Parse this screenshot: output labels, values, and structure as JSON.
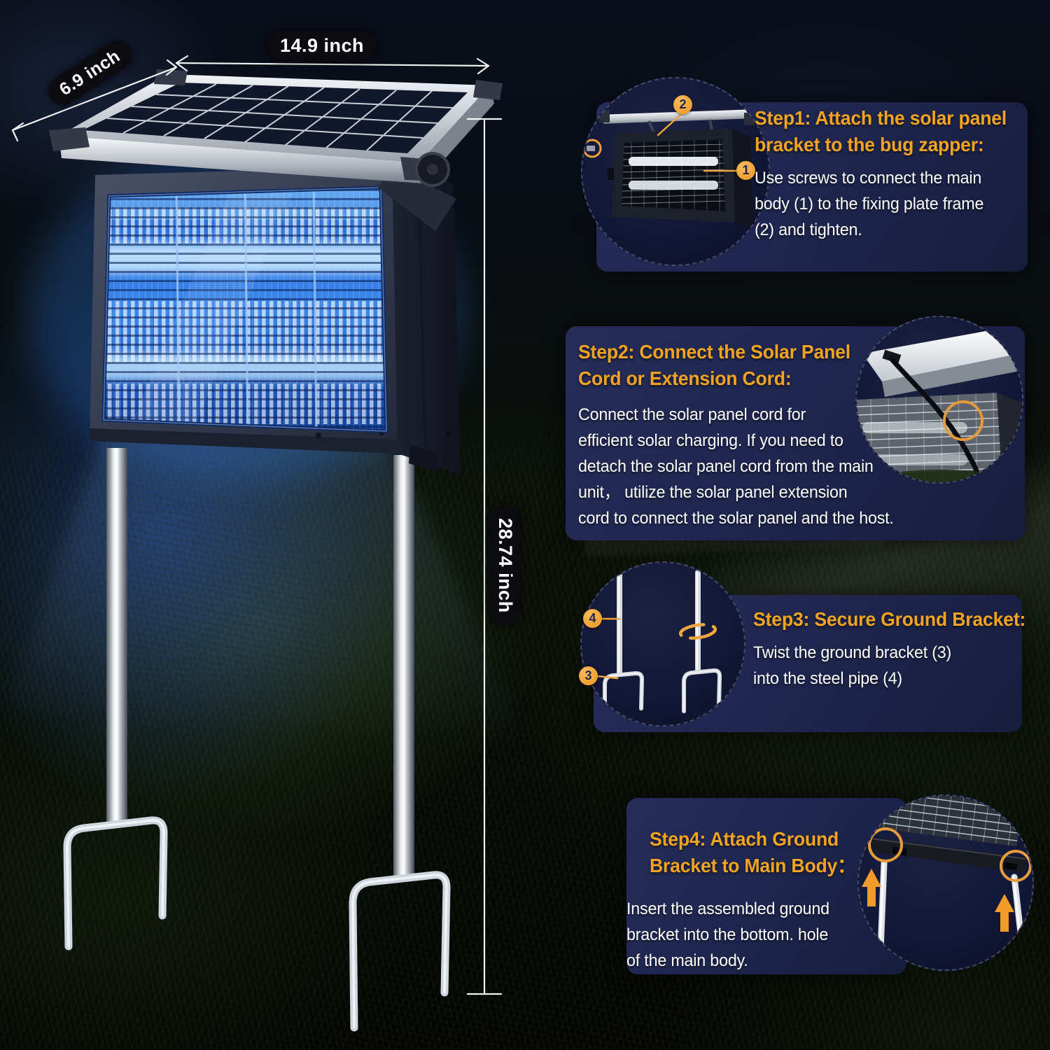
{
  "dimensions": {
    "panel_width": "14.9 inch",
    "panel_depth": "6.9 inch",
    "unit_height": "28.74 inch"
  },
  "steps": [
    {
      "title": "Step1: Attach the solar panel\nbracket to the bug zapper:",
      "body": "Use screws to connect the main\nbody (1) to the fixing plate frame\n(2) and tighten.",
      "badge_body": "1",
      "badge_frame": "2"
    },
    {
      "title": "Step2: Connect the Solar Panel\nCord or Extension Cord:",
      "body": "Connect the solar panel cord for\nefficient solar charging. If you need to\ndetach the solar panel cord from the main\nunit， utilize the solar panel extension\ncord to connect the solar panel and the host."
    },
    {
      "title": "Step3: Secure Ground Bracket:",
      "body": "Twist the ground bracket (3)\ninto the steel pipe (4)",
      "badge_bracket": "3",
      "badge_pipe": "4"
    },
    {
      "title": "Step4: Attach Ground\nBracket to Main Body：",
      "body": "Insert the assembled ground\nbracket into the bottom. hole\nof the main body."
    }
  ],
  "colors": {
    "accent_orange": "#f2a321",
    "badge_orange": "#f0a43c",
    "panel_navy": "#20284e",
    "window_blue": "#2f7be0",
    "text_white": "#ffffff"
  }
}
